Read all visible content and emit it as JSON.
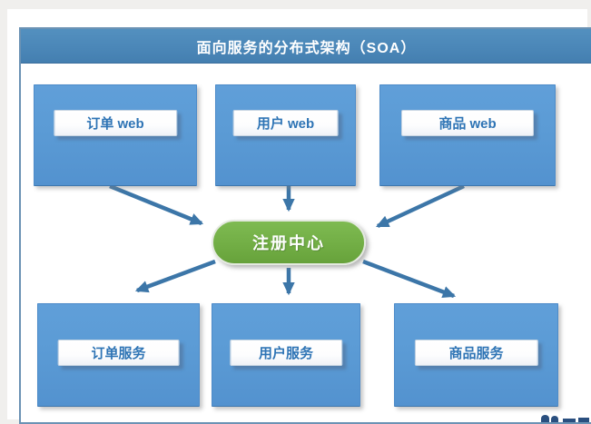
{
  "header": {
    "title": "面向服务的分布式架构（SOA）"
  },
  "diagram": {
    "top_nodes": [
      {
        "id": "order-web",
        "label": "订单 web"
      },
      {
        "id": "user-web",
        "label": "用户 web"
      },
      {
        "id": "product-web",
        "label": "商品 web"
      }
    ],
    "center_node": {
      "id": "registry-center",
      "label": "注册中心"
    },
    "bottom_nodes": [
      {
        "id": "order-service",
        "label": "订单服务"
      },
      {
        "id": "user-service",
        "label": "用户服务"
      },
      {
        "id": "product-service",
        "label": "商品服务"
      }
    ],
    "connections": [
      "order-web -> registry-center",
      "user-web -> registry-center",
      "product-web -> registry-center",
      "registry-center -> order-service",
      "registry-center -> user-service",
      "registry-center -> product-service"
    ],
    "colors": {
      "header_bg": "#4b87b8",
      "node_bg": "#5b9bd5",
      "node_label_text": "#2e74b5",
      "center_bg": "#72ae45",
      "arrow": "#3c76a8",
      "frame_border": "#6b92b4",
      "outer_bg": "#f0efed"
    }
  }
}
